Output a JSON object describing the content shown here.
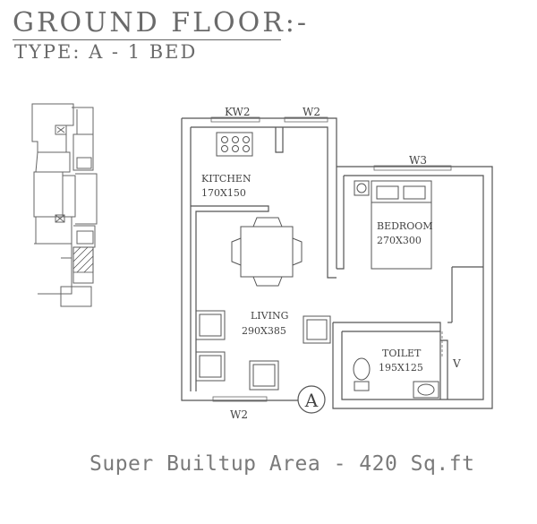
{
  "header": {
    "title": "GROUND FLOOR:-",
    "subtitle": "TYPE: A - 1 BED"
  },
  "rooms": {
    "kitchen": {
      "name": "KITCHEN",
      "size": "170X150"
    },
    "bedroom": {
      "name": "BEDROOM",
      "size": "270X300"
    },
    "living": {
      "name": "LIVING",
      "size": "290X385"
    },
    "toilet": {
      "name": "TOILET",
      "size": "195X125"
    }
  },
  "windows": {
    "kw2": "KW2",
    "w2_top": "W2",
    "w3": "W3",
    "w2_bottom": "W2",
    "v": "V"
  },
  "unit_marker": "A",
  "footer": {
    "area": "Super Builtup Area - 420 Sq.ft"
  },
  "colors": {
    "line": "#555555",
    "text": "#444444"
  }
}
